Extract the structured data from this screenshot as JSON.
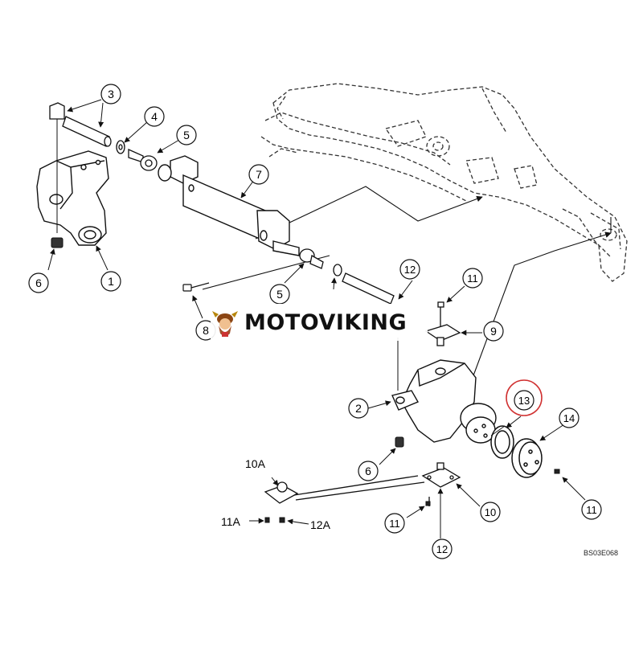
{
  "labels": [
    {
      "id": "1",
      "text": "1"
    },
    {
      "id": "2",
      "text": "2"
    },
    {
      "id": "3",
      "text": "3"
    },
    {
      "id": "4",
      "text": "4"
    },
    {
      "id": "5a",
      "text": "5"
    },
    {
      "id": "5b",
      "text": "5"
    },
    {
      "id": "6a",
      "text": "6"
    },
    {
      "id": "6b",
      "text": "6"
    },
    {
      "id": "7",
      "text": "7"
    },
    {
      "id": "8",
      "text": "8"
    },
    {
      "id": "9",
      "text": "9"
    },
    {
      "id": "10",
      "text": "10"
    },
    {
      "id": "10A",
      "text": "10A"
    },
    {
      "id": "11a",
      "text": "11"
    },
    {
      "id": "11b",
      "text": "11"
    },
    {
      "id": "11c",
      "text": "11"
    },
    {
      "id": "11A",
      "text": "11A"
    },
    {
      "id": "12a",
      "text": "12"
    },
    {
      "id": "12b",
      "text": "12"
    },
    {
      "id": "12A",
      "text": "12A"
    },
    {
      "id": "13",
      "text": "13"
    },
    {
      "id": "14",
      "text": "14"
    }
  ],
  "highlighted_label": "13",
  "watermark": {
    "text": "MOTOVIKING"
  },
  "reference_code": "BS03E068",
  "colors": {
    "line": "#111111",
    "highlight_ring": "#d03030",
    "background": "#ffffff"
  }
}
